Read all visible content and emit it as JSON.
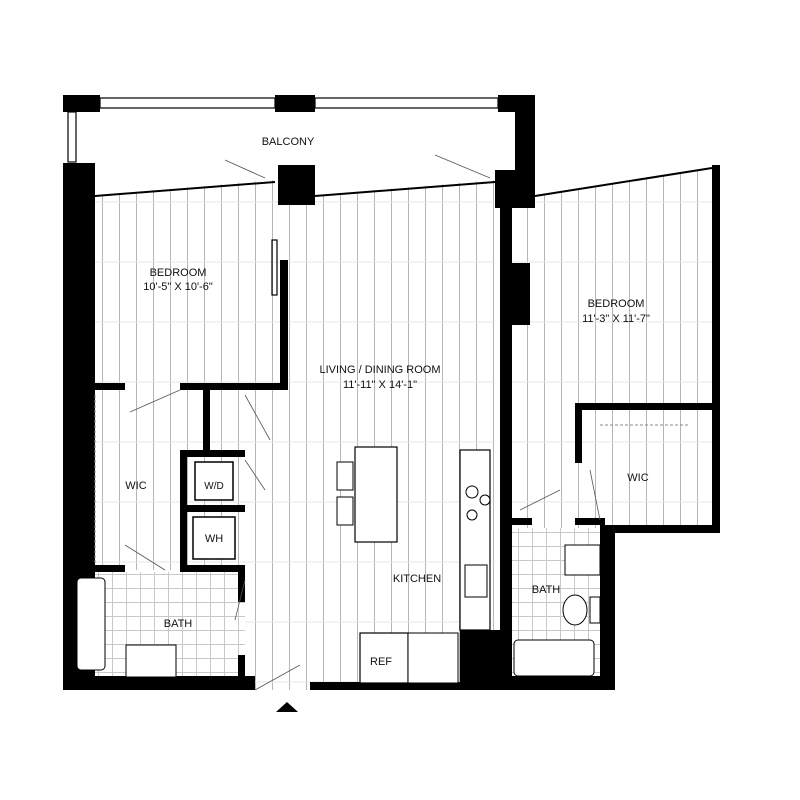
{
  "plan": {
    "balcony": "BALCONY",
    "bedroom1": {
      "name": "BEDROOM",
      "size": "10'-5\" X 10'-6\""
    },
    "living": {
      "name": "LIVING / DINING ROOM",
      "size": "11'-11\" X 14'-1\""
    },
    "bedroom2": {
      "name": "BEDROOM",
      "size": "11'-3\" X 11'-7\""
    },
    "wic_left": "WIC",
    "wic_right": "WIC",
    "wd": "W/D",
    "wh": "WH",
    "kitchen": "KITCHEN",
    "bath_left": "BATH",
    "bath_right": "BATH",
    "ref": "REF"
  }
}
